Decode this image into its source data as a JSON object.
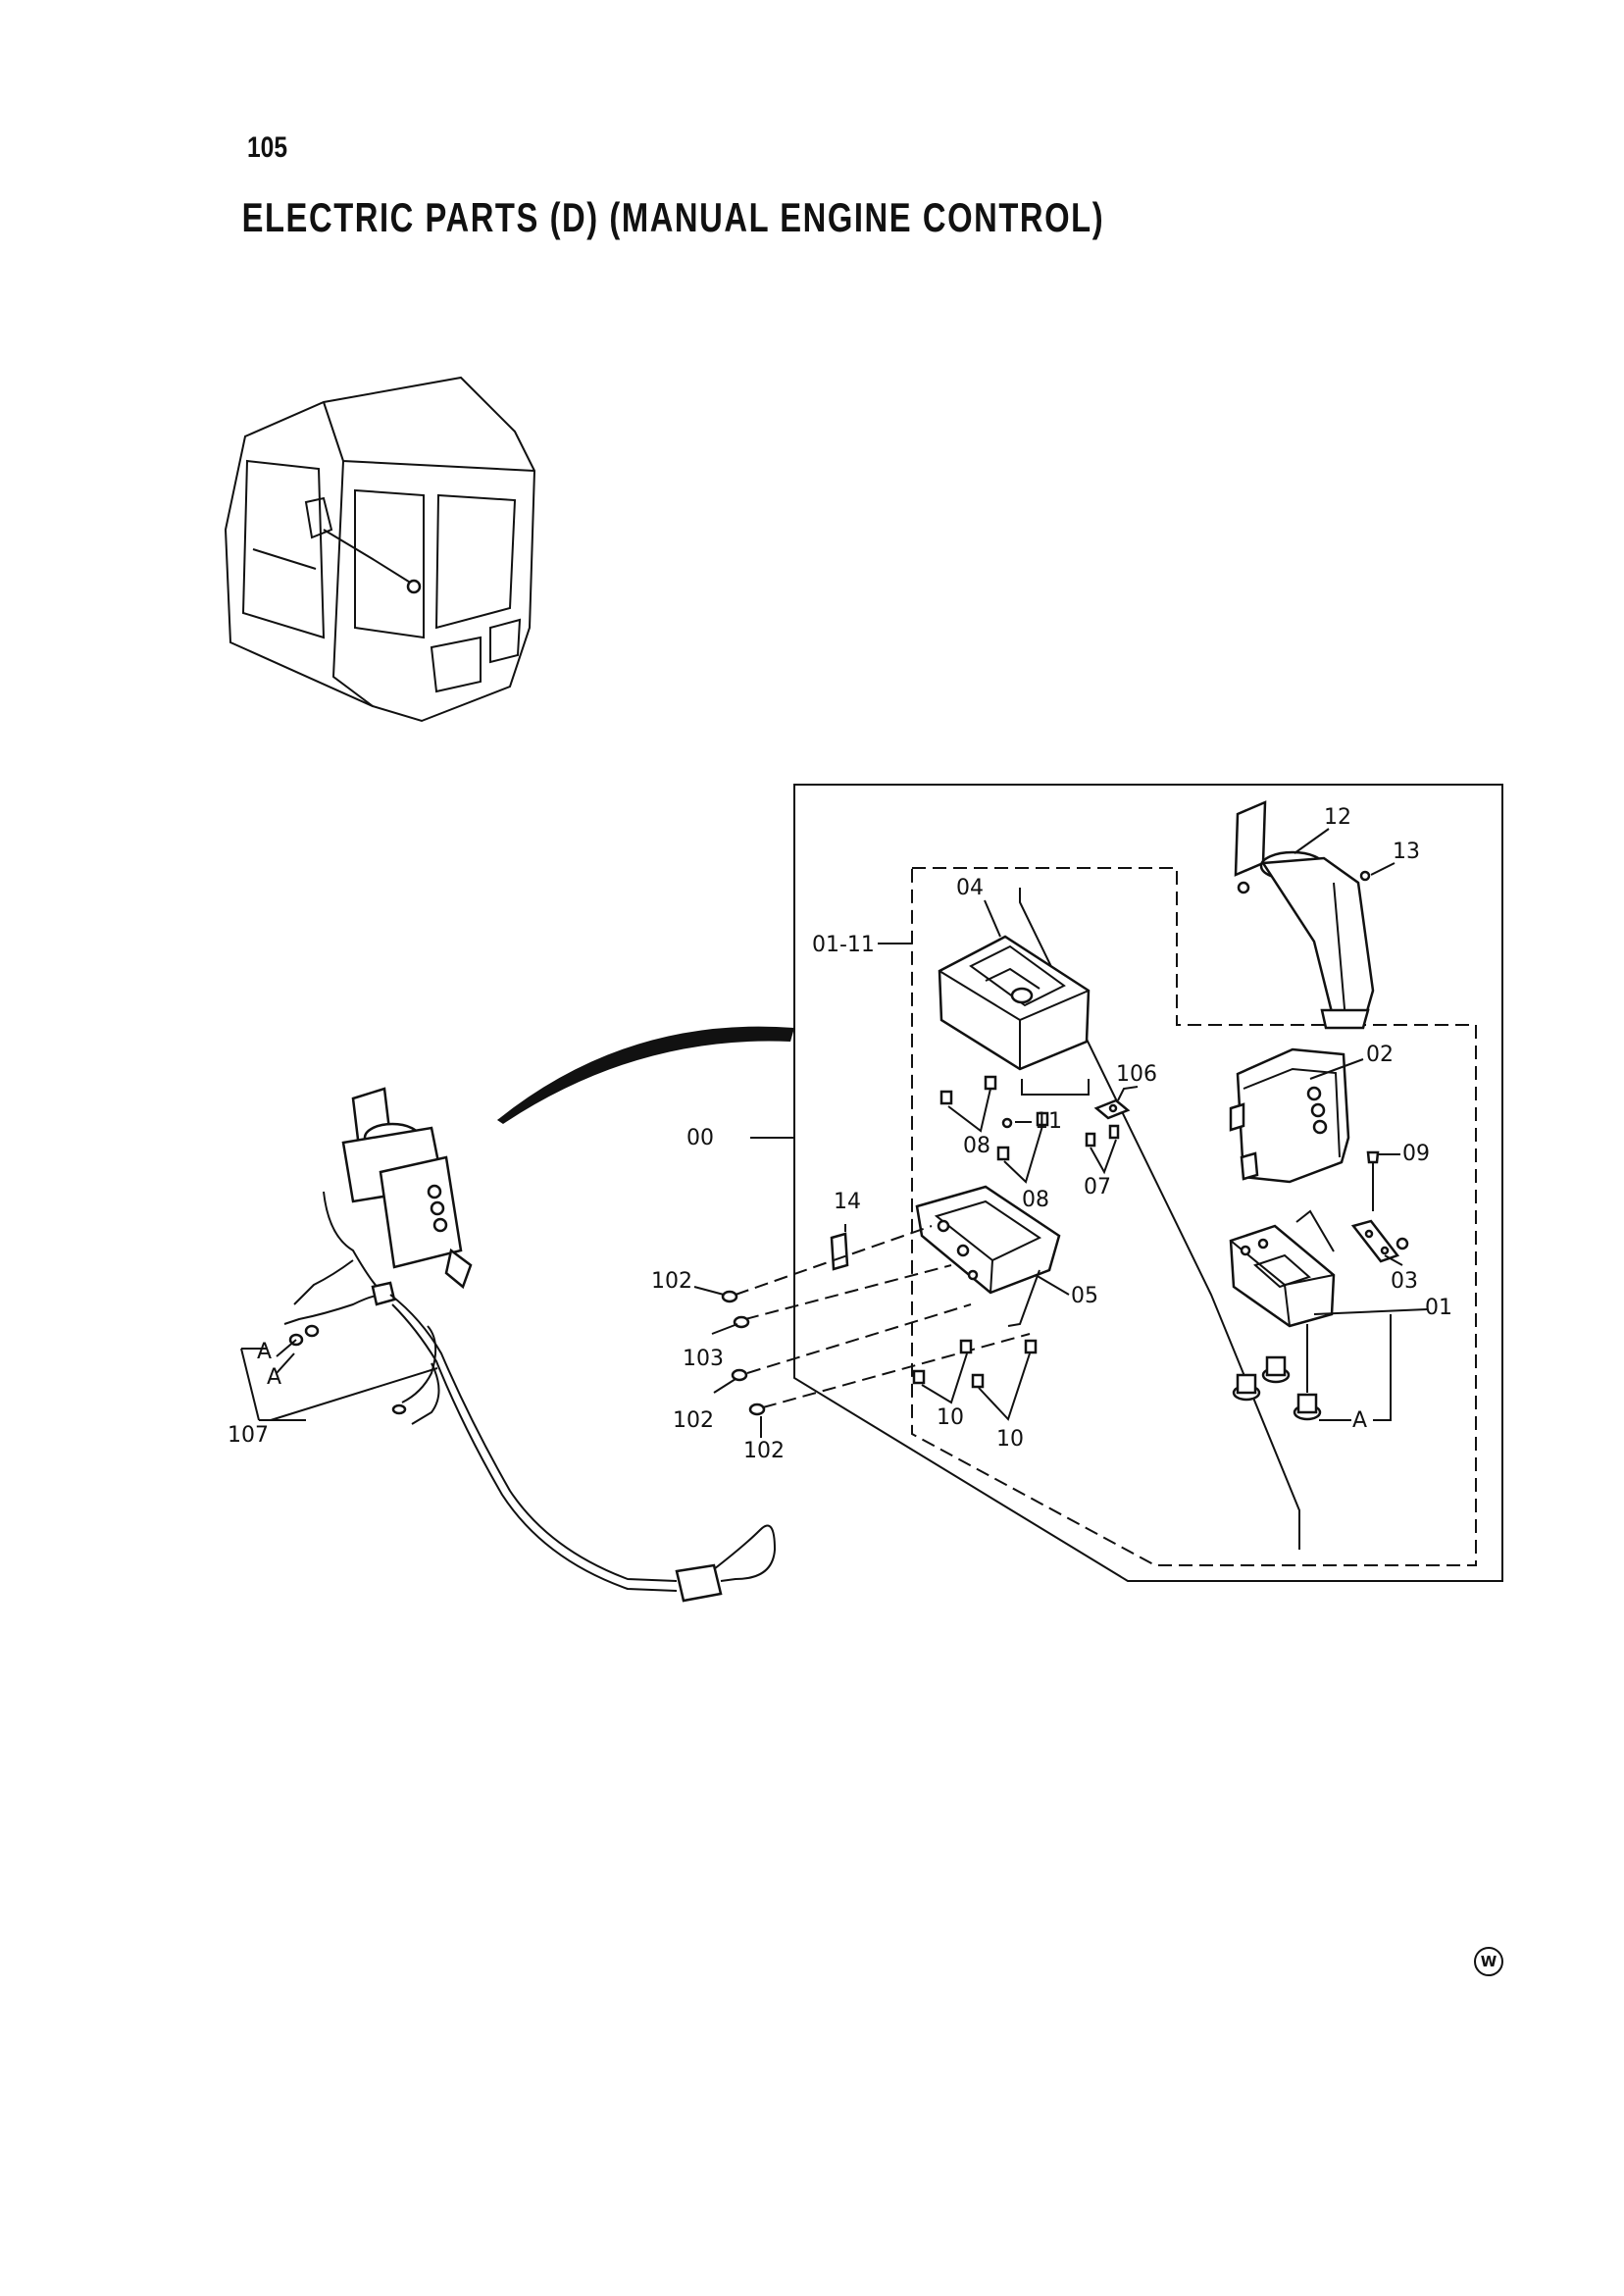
{
  "page": {
    "number": "105",
    "title": "ELECTRIC PARTS (D) (MANUAL ENGINE CONTROL)",
    "watermark": "W"
  },
  "callouts": {
    "c00": "00",
    "c01_11": "01-11",
    "c01": "01",
    "c02": "02",
    "c03": "03",
    "c04": "04",
    "c05": "05",
    "c06": "106",
    "c07": "07",
    "c08a": "08",
    "c08b": "08",
    "c09": "09",
    "c10a": "10",
    "c10b": "10",
    "c11": "11",
    "c12": "12",
    "c13": "13",
    "c14": "14",
    "c102a": "102",
    "c102b": "102",
    "c102c": "102",
    "c103": "103",
    "c107": "107",
    "cAa": "A",
    "cAb": "A",
    "cAc": "A"
  }
}
